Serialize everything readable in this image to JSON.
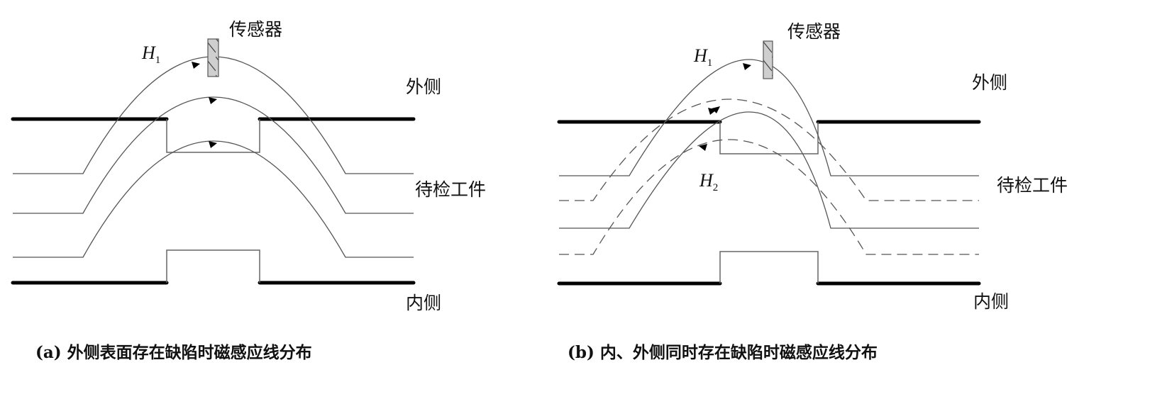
{
  "panel_a": {
    "sensor_label": "传感器",
    "outer_label": "外侧",
    "workpiece_label": "待检工件",
    "inner_label": "内侧",
    "h1_label": "H",
    "h1_sub": "1",
    "caption": "(a) 外侧表面存在缺陷时磁感应线分布"
  },
  "panel_b": {
    "sensor_label": "传感器",
    "outer_label": "外侧",
    "workpiece_label": "待检工件",
    "inner_label": "内侧",
    "h1_label": "H",
    "h1_sub": "1",
    "h2_label": "H",
    "h2_sub": "2",
    "caption": "(b) 内、外侧同时存在缺陷时磁感应线分布"
  }
}
